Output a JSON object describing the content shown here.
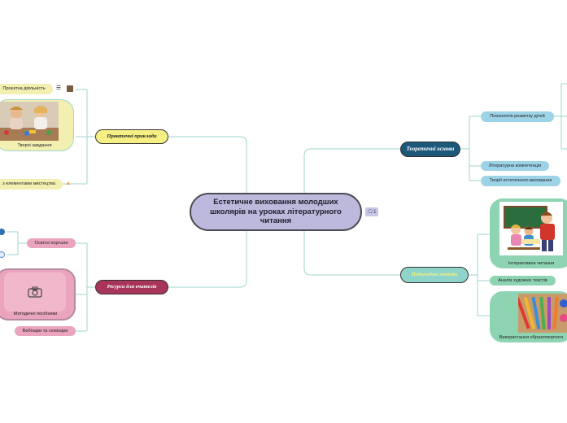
{
  "central": {
    "title": "Естетичне виховання молодших школярів на уроках літературного читання"
  },
  "comment_badge": {
    "count": "1"
  },
  "branches": {
    "practical": {
      "label": "Практичні приклади",
      "items": [
        {
          "label": "Проєктна діяльність"
        },
        {
          "label": "Творчі завдання"
        },
        {
          "label": "з елементами мистецтва"
        }
      ]
    },
    "resources": {
      "label": "Ресурси для вчителів",
      "items": [
        {
          "label": "Освітні портали"
        },
        {
          "label": "Методичні посібники"
        },
        {
          "label": "Вебінари та семінари"
        }
      ]
    },
    "theory": {
      "label": "Теоретичні основи",
      "items": [
        {
          "label": "Психологія розвитку дітей"
        },
        {
          "label": "Літературна компетенція"
        },
        {
          "label": "Теорії естетичного виховання"
        }
      ]
    },
    "methods": {
      "label": "Педагогічні методи",
      "items": [
        {
          "label": "Інтерактивне читання"
        },
        {
          "label": "Аналіз художніх текстів"
        },
        {
          "label": "Використання образотворчого"
        }
      ]
    }
  },
  "colors": {
    "link": "#9fd6ce",
    "practical": "#f5ef84",
    "resources": "#a8345a",
    "theory": "#1c5879",
    "methods": "#8ed4ca",
    "practical_sub": "#f3efb0",
    "resources_sub": "#eba4bd",
    "theory_sub": "#9dd3e6",
    "methods_sub": "#8ed4b3"
  }
}
